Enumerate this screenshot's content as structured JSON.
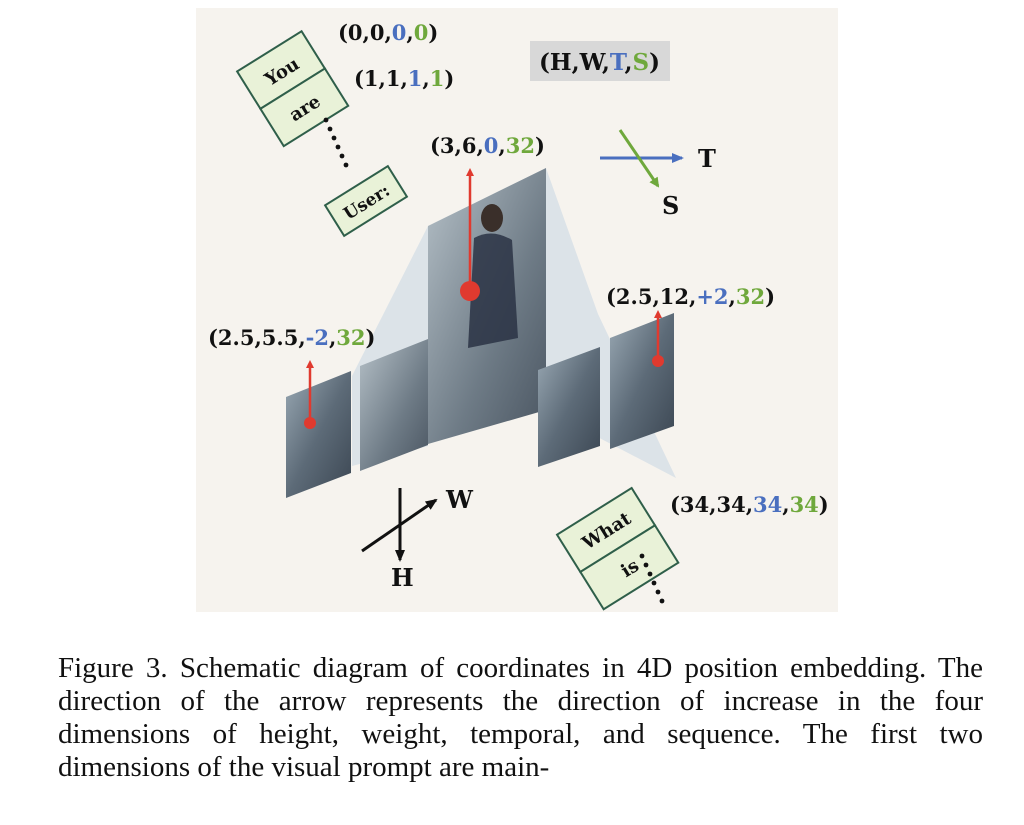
{
  "figure": {
    "legend_box": {
      "prefix": "(H,W,",
      "t": "T",
      "comma": ",",
      "s": "S",
      "suffix": ")"
    },
    "axes_ts": {
      "t": "T",
      "s": "S"
    },
    "axes_hw": {
      "w": "W",
      "h": "H"
    },
    "tokens_top": [
      "You",
      "are",
      "User:"
    ],
    "tokens_bottom": [
      "What",
      "is"
    ],
    "coords": [
      {
        "id": "you",
        "a": "(0,0,",
        "t": "0",
        "comma": ",",
        "s": "0",
        "end": ")"
      },
      {
        "id": "are",
        "a": "(1,1,",
        "t": "1",
        "comma": ",",
        "s": "1",
        "end": ")"
      },
      {
        "id": "center",
        "a": "(3,6,",
        "t": "0",
        "comma": ",",
        "s": "32",
        "end": ")"
      },
      {
        "id": "right",
        "a": "(2.5,12,",
        "t": "+2",
        "comma": ",",
        "s": "32",
        "end": ")"
      },
      {
        "id": "left",
        "a": "(2.5,5.5,",
        "t": "-2",
        "comma": ",",
        "s": "32",
        "end": ")"
      },
      {
        "id": "what",
        "a": "(34,34,",
        "t": "34",
        "comma": ",",
        "s": "34",
        "end": ")"
      }
    ],
    "colors": {
      "temporal": "#4a6fbf",
      "sequence": "#6fa83c",
      "arrow": "#e03a2f",
      "token_fill": "#e9f2d8",
      "token_border": "#2f5f4a"
    }
  },
  "caption": "Figure 3.  Schematic diagram of coordinates in 4D position embedding.  The direction of the arrow represents the direction of increase in the four dimensions of height, weight, temporal, and sequence. The first two dimensions of the visual prompt are main-"
}
